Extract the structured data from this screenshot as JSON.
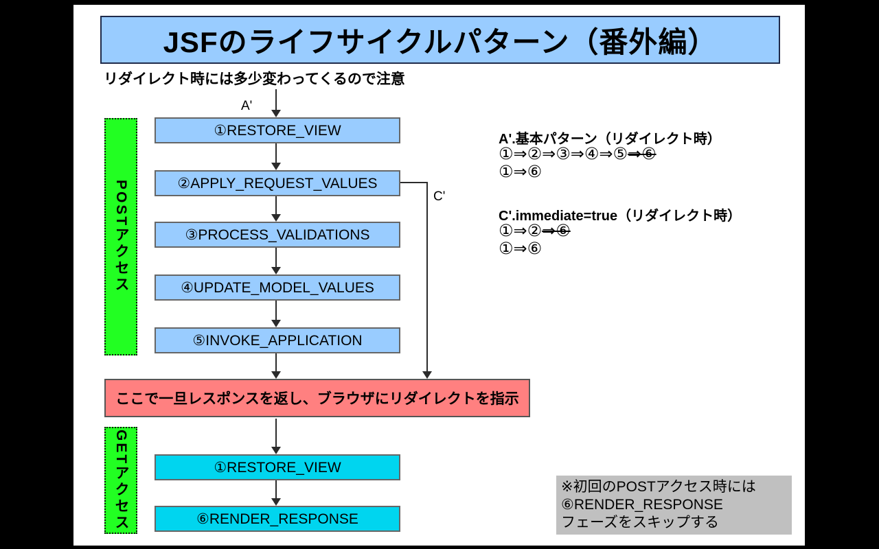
{
  "title": "JSFのライフサイクルパターン（番外編）",
  "subtitle": "リダイレクト時には多少変わってくるので注意",
  "flow_labels": {
    "a_prime": "A'",
    "c_prime": "C'"
  },
  "lanes": {
    "post": "POSTアクセス",
    "get": "GETアクセス"
  },
  "post_phases": [
    "①RESTORE_VIEW",
    "②APPLY_REQUEST_VALUES",
    "③PROCESS_VALIDATIONS",
    "④UPDATE_MODEL_VALUES",
    "⑤INVOKE_APPLICATION"
  ],
  "redirect_box": "ここで一旦レスポンスを返し、ブラウザにリダイレクトを指示",
  "get_phases": [
    "①RESTORE_VIEW",
    "⑥RENDER_RESPONSE"
  ],
  "patterns": {
    "a": {
      "heading": "A'.基本パターン（リダイレクト時）",
      "line1_normal": "①⇒②⇒③⇒④⇒⑤",
      "line1_struck": "⇒⑥",
      "line2": "①⇒⑥"
    },
    "c": {
      "heading": "C'.immediate=true（リダイレクト時）",
      "line1_normal": "①⇒②",
      "line1_struck": "⇒⑥",
      "line2": "①⇒⑥"
    }
  },
  "note": {
    "lines": [
      "※初回のPOSTアクセス時には",
      "⑥RENDER_RESPONSE",
      "フェーズをスキップする"
    ]
  },
  "colors": {
    "phase_blue": "#99CCFF",
    "phase_cyan": "#00D5EF",
    "redirect_red": "#FF8080",
    "lane_green": "#22FF22",
    "note_gray": "#C0C0C0",
    "title_fill": "#99CCFF"
  }
}
